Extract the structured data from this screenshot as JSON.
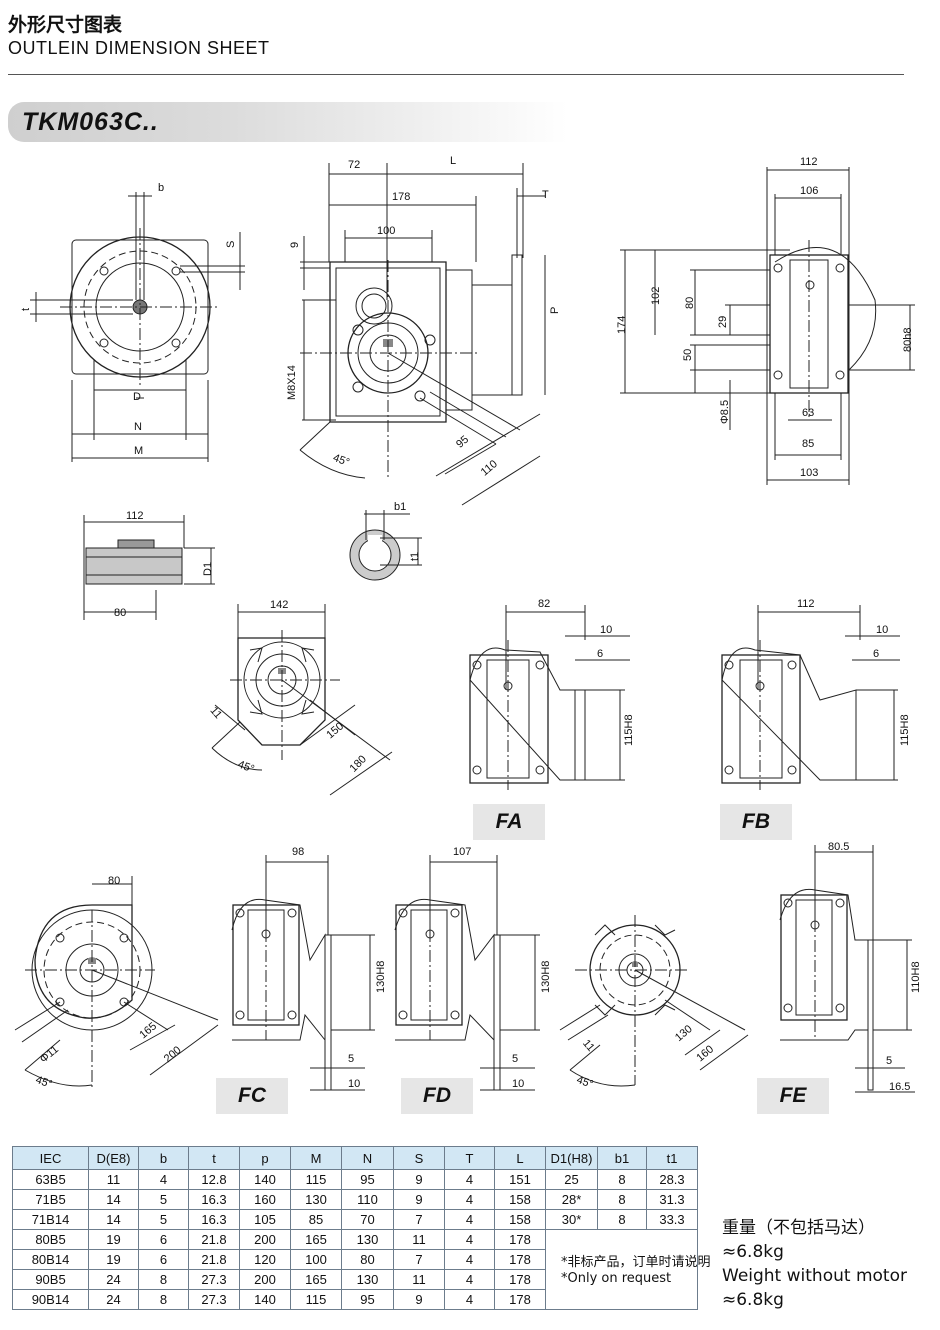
{
  "header": {
    "title_cn": "外形尺寸图表",
    "title_en": "OUTLEIN DIMENSION SHEET",
    "model": "TKM063C.."
  },
  "dims": {
    "b": "b",
    "S": "S",
    "t": "t",
    "D": "D",
    "N": "N",
    "M": "M",
    "P": "P",
    "T": "T",
    "L": "L",
    "v72": "72",
    "v178": "178",
    "v100": "100",
    "v9": "9",
    "m8x14": "M8X14",
    "v95": "95",
    "v110": "110",
    "ang45": "45°",
    "v112": "112",
    "v106": "106",
    "v174": "174",
    "v102": "102",
    "v80": "80",
    "v29": "29",
    "v50": "50",
    "phi85": "Φ8.5",
    "v63": "63",
    "v85": "85",
    "v103": "103",
    "v80h8": "80h8",
    "shaft_112": "112",
    "shaft_80": "80",
    "shaft_D1": "D1",
    "key_b1": "b1",
    "key_t1": "t1",
    "fa_142": "142",
    "fa_11": "11",
    "fa_150": "150",
    "fa_180": "180",
    "fa_45": "45°",
    "fa_82": "82",
    "fa_10": "10",
    "fa_6": "6",
    "fa_115": "115H8",
    "fb_112": "112",
    "fb_10": "10",
    "fb_6": "6",
    "fb_115": "115H8",
    "fc_80": "80",
    "fc_phi11": "Φ11",
    "fc_165": "165",
    "fc_200": "200",
    "fc_45": "45°",
    "fc_98": "98",
    "fc_130": "130H8",
    "fc_5": "5",
    "fc_10": "10",
    "fd_107": "107",
    "fd_130": "130H8",
    "fd_5": "5",
    "fd_10": "10",
    "fe_11": "11",
    "fe_130": "130",
    "fe_160": "160",
    "fe_45": "45°",
    "fe_805": "80.5",
    "fe_110": "110H8",
    "fe_5": "5",
    "fe_165": "16.5"
  },
  "flange_labels": {
    "fa": "FA",
    "fb": "FB",
    "fc": "FC",
    "fd": "FD",
    "fe": "FE"
  },
  "table": {
    "headers": [
      "IEC",
      "D(E8)",
      "b",
      "t",
      "p",
      "M",
      "N",
      "S",
      "T",
      "L",
      "D1(H8)",
      "b1",
      "t1"
    ],
    "rows": [
      [
        "63B5",
        "11",
        "4",
        "12.8",
        "140",
        "115",
        "95",
        "9",
        "4",
        "151",
        "25",
        "8",
        "28.3"
      ],
      [
        "71B5",
        "14",
        "5",
        "16.3",
        "160",
        "130",
        "110",
        "9",
        "4",
        "158",
        "28*",
        "8",
        "31.3"
      ],
      [
        "71B14",
        "14",
        "5",
        "16.3",
        "105",
        "85",
        "70",
        "7",
        "4",
        "158",
        "30*",
        "8",
        "33.3"
      ],
      [
        "80B5",
        "19",
        "6",
        "21.8",
        "200",
        "165",
        "130",
        "11",
        "4",
        "178"
      ],
      [
        "80B14",
        "19",
        "6",
        "21.8",
        "120",
        "100",
        "80",
        "7",
        "4",
        "178"
      ],
      [
        "90B5",
        "24",
        "8",
        "27.3",
        "200",
        "165",
        "130",
        "11",
        "4",
        "178"
      ],
      [
        "90B14",
        "24",
        "8",
        "27.3",
        "140",
        "115",
        "95",
        "9",
        "4",
        "178"
      ]
    ],
    "note_cn": "*非标产品，订单时请说明",
    "note_en": "*Only on request"
  },
  "weight": {
    "cn": "重量（不包括马达）",
    "cn_value": "≈6.8kg",
    "en": "Weight without motor",
    "en_value": "≈6.8kg"
  }
}
